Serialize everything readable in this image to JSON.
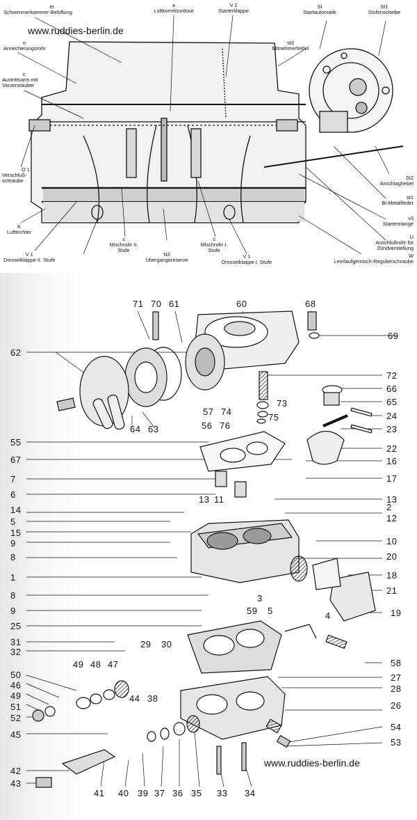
{
  "watermark": "www.ruddies-berlin.de",
  "top_labels": {
    "er": {
      "code": "er",
      "text": "Schwimmerkammer-Belüftung"
    },
    "o": {
      "code": "o",
      "text": "Anreicherungsrohr"
    },
    "c": {
      "code": "c",
      "text": "Austrittsarm mit Vorzerstäuber"
    },
    "o1": {
      "code": "O 1",
      "text": "Verschluß-schraube"
    },
    "k": {
      "code": "K",
      "text": "Lufttrichter"
    },
    "v1a": {
      "code": "V 1",
      "text": "Drosselklappe II. Stufe"
    },
    "a": {
      "code": "a",
      "text": "Luftkorrekturdüse"
    },
    "v2": {
      "code": "V 2",
      "text": "Starterklappe"
    },
    "st": {
      "code": "St",
      "text": "Startautomatik"
    },
    "st1": {
      "code": "St1",
      "text": "Stufenscheibe"
    },
    "st3": {
      "code": "st3",
      "text": "Mitnehmerhebel"
    },
    "st2": {
      "code": "St2",
      "text": "Anschlaghebel"
    },
    "sst1": {
      "code": "st1",
      "text": "Bi-Metallfeder"
    },
    "v3": {
      "code": "v3",
      "text": "Starterstange"
    },
    "u": {
      "code": "U",
      "text": "Anschlußrohr für Zündverstellung"
    },
    "w": {
      "code": "W",
      "text": "Leerlaufgemisch-Regulierschraube"
    },
    "s2": {
      "code": "s",
      "text": "Mischrohr II. Stufe"
    },
    "n2": {
      "code": "N2",
      "text": "Übergangsreserve"
    },
    "s1": {
      "code": "s",
      "text": "Mischrohr I. Stufe"
    },
    "v1b": {
      "code": "V 1",
      "text": "Drosselklappe I. Stufe"
    }
  },
  "part_numbers": {
    "n71": "71",
    "n70": "70",
    "n61": "61",
    "n60": "60",
    "n68": "68",
    "n69": "69",
    "n62": "62",
    "n72": "72",
    "n66": "66",
    "n73": "73",
    "n65": "65",
    "n57": "57",
    "n74": "74",
    "n75": "75",
    "n24": "24",
    "n64": "64",
    "n63": "63",
    "n56": "56",
    "n76": "76",
    "n23": "23",
    "n55": "55",
    "n22": "22",
    "n67": "67",
    "n16": "16",
    "n7": "7",
    "n17": "17",
    "n6": "6",
    "n13a": "13",
    "n11": "11",
    "n13b": "13",
    "n2": "2",
    "n14": "14",
    "n12": "12",
    "n5a": "5",
    "n15": "15",
    "n10": "10",
    "n9a": "9",
    "n20": "20",
    "n8a": "8",
    "n18": "18",
    "n1": "1",
    "n21": "21",
    "n8b": "8",
    "n3": "3",
    "n9b": "9",
    "n59": "59",
    "n5b": "5",
    "n4": "4",
    "n19": "19",
    "n25": "25",
    "n31": "31",
    "n29": "29",
    "n30": "30",
    "n58": "58",
    "n32": "32",
    "n49a": "49",
    "n48": "48",
    "n47": "47",
    "n27": "27",
    "n50": "50",
    "n28": "28",
    "n46": "46",
    "n49b": "49",
    "n44": "44",
    "n38": "38",
    "n26": "26",
    "n51": "51",
    "n52": "52",
    "n54": "54",
    "n45": "45",
    "n53": "53",
    "n42": "42",
    "n43": "43",
    "n41": "41",
    "n40": "40",
    "n39": "39",
    "n37": "37",
    "n36": "36",
    "n35": "35",
    "n33": "33",
    "n34": "34"
  }
}
